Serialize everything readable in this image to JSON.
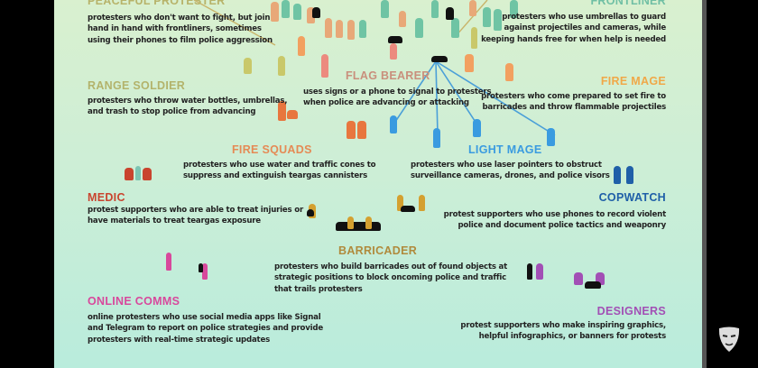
{
  "roles": [
    {
      "title": "PEACEFUL PROTESTER",
      "desc": "protesters who don't want to fight, but join\nhand in hand with frontliners, sometimes\nusing their phones to film police aggression",
      "color": "#b7b36a"
    },
    {
      "title": "FRONTLINER",
      "desc": "protesters who use umbrellas to guard\nagainst projectiles and cameras, while\nkeeping hands free for when help is needed",
      "color": "#6fbfa4"
    },
    {
      "title": "FLAG BEARER",
      "desc": "uses signs or a phone to signal to protesters\nwhen police are advancing or attacking",
      "color": "#c98f7c"
    },
    {
      "title": "RANGE SOLDIER",
      "desc": "protesters who throw water bottles, umbrellas,\nand trash to stop police from advancing",
      "color": "#b3b36b"
    },
    {
      "title": "FIRE MAGE",
      "desc": "protesters who come prepared to set fire to\nbarricades and throw flammable projectiles",
      "color": "#f0a848"
    },
    {
      "title": "FIRE SQUADS",
      "desc": "protesters who use water and traffic cones to\nsuppress and extinguish teargas cannisters",
      "color": "#e58a55"
    },
    {
      "title": "LIGHT MAGE",
      "desc": "protesters who use laser pointers to obstruct\nsurveillance cameras, drones, and police visors",
      "color": "#3a9be0"
    },
    {
      "title": "MEDIC",
      "desc": "protest supporters who are able to treat injuries or\nhave materials to treat teargas exposure",
      "color": "#c9442e"
    },
    {
      "title": "COPWATCH",
      "desc": "protest supporters who use phones to record violent\npolice and document police tactics and weaponry",
      "color": "#1f5fa8"
    },
    {
      "title": "BARRICADER",
      "desc": "protesters who build barricades out of found objects at\nstrategic positions to block oncoming police and traffic\nthat trails protesters",
      "color": "#b08a3c"
    },
    {
      "title": "ONLINE COMMS",
      "desc": "online protesters who use social media apps like Signal\nand Telegram to report on police strategies and provide\nprotesters with real-time strategic updates",
      "color": "#d8489c"
    },
    {
      "title": "DESIGNERS",
      "desc": "protest supporters who make inspiring graphics,\nhelpful infographics, or banners for protests",
      "color": "#a24fb5"
    }
  ]
}
